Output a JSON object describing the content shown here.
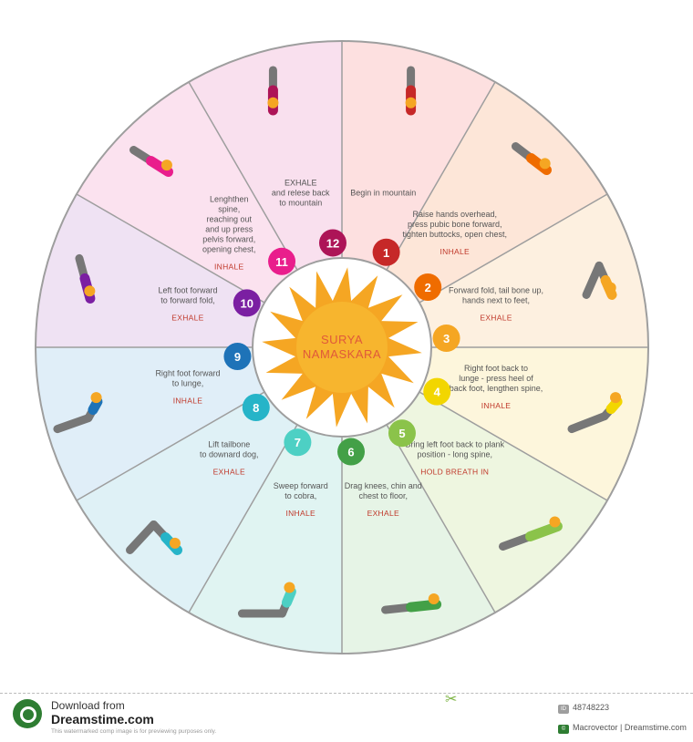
{
  "center": {
    "title_line1": "SURYA",
    "title_line2": "NAMASKARA"
  },
  "steps": [
    {
      "number": "1",
      "lines": [
        "Begin in mountain"
      ],
      "breath": "",
      "color": "#c62828",
      "bg": "#fde0e0"
    },
    {
      "number": "2",
      "lines": [
        "Raise hands overhead,",
        "press pubic bone forward,",
        "tighten buttocks, open chest,"
      ],
      "breath": "INHALE",
      "color": "#ef6c00",
      "bg": "#fde6d8"
    },
    {
      "number": "3",
      "lines": [
        "Forward fold, tail bone up,",
        "hands next to feet,"
      ],
      "breath": "EXHALE",
      "color": "#f5a623",
      "bg": "#fdf0e0"
    },
    {
      "number": "4",
      "lines": [
        "Right foot back to",
        "lunge - press heel of",
        "back foot, lengthen spine,"
      ],
      "breath": "INHALE",
      "color": "#f2d600",
      "bg": "#fdf6dc"
    },
    {
      "number": "5",
      "lines": [
        "Bring left foot back to plank",
        "position - long spine,"
      ],
      "breath": "HOLD BREATH IN",
      "color": "#8bc34a",
      "bg": "#eef6e0"
    },
    {
      "number": "6",
      "lines": [
        "Drag knees, chin and",
        "chest to floor,"
      ],
      "breath": "EXHALE",
      "color": "#43a047",
      "bg": "#e6f4e6"
    },
    {
      "number": "7",
      "lines": [
        "Sweep forward",
        "to cobra,"
      ],
      "breath": "INHALE",
      "color": "#4dd0c4",
      "bg": "#e0f4f2"
    },
    {
      "number": "8",
      "lines": [
        "Lift tailbone",
        "to downard dog,"
      ],
      "breath": "EXHALE",
      "color": "#26b4c8",
      "bg": "#dff1f6"
    },
    {
      "number": "9",
      "lines": [
        "Right foot forward",
        "to lunge,"
      ],
      "breath": "INHALE",
      "color": "#1e73b8",
      "bg": "#e0eef8"
    },
    {
      "number": "10",
      "lines": [
        "Left foot forward",
        "to forward fold,"
      ],
      "breath": "EXHALE",
      "color": "#7b1fa2",
      "bg": "#efe2f3"
    },
    {
      "number": "11",
      "lines": [
        "Lenghthen",
        "spine,",
        "reaching out",
        "and up press",
        "pelvis forward,",
        "opening chest,"
      ],
      "breath": "INHALE",
      "color": "#e91e8c",
      "bg": "#fbe2ef"
    },
    {
      "number": "12",
      "lines": [
        "EXHALE",
        "and relese back",
        "to mountain"
      ],
      "breath": "",
      "color": "#ad1457",
      "bg": "#f9e0ee"
    }
  ],
  "footer": {
    "download_from": "Download from",
    "brand": "Dreamstime.com",
    "note": "This watermarked comp image is for previewing purposes only.",
    "id_badge": "ID",
    "id_value": "48748223",
    "author_badge": "©",
    "author": "Macrovector | Dreamstime.com"
  },
  "icons": {
    "logo": "dreamstime-logo-icon",
    "scissors": "scissors-icon",
    "sun": "sun-icon"
  }
}
